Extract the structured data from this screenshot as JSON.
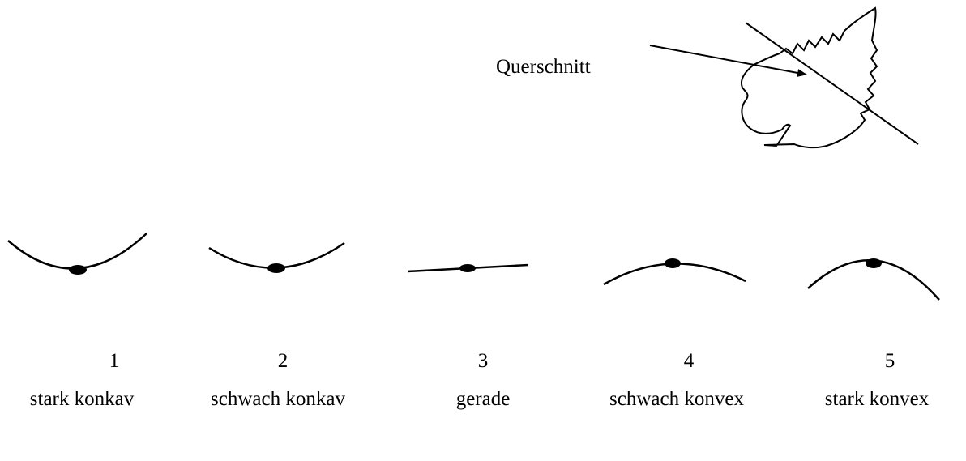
{
  "header": {
    "cross_section_label": "Querschnitt"
  },
  "shapes": [
    {
      "number": "1",
      "label": "stark konkav",
      "curvature": "stark konkav"
    },
    {
      "number": "2",
      "label": "schwach konkav",
      "curvature": "schwach konkav"
    },
    {
      "number": "3",
      "label": "gerade",
      "curvature": "gerade"
    },
    {
      "number": "4",
      "label": "schwach konvex",
      "curvature": "schwach konvex"
    },
    {
      "number": "5",
      "label": "stark konvex",
      "curvature": "stark konvex"
    }
  ],
  "colors": {
    "ink": "#000000",
    "background": "#ffffff"
  }
}
